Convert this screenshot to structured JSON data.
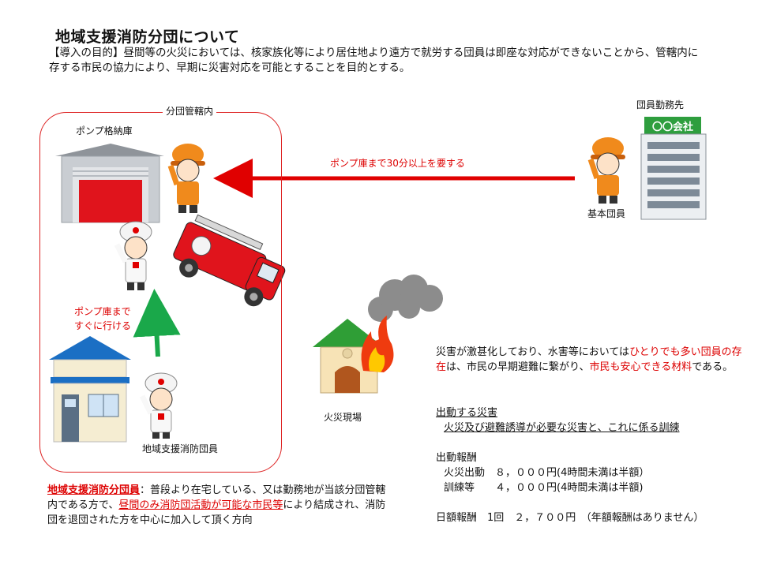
{
  "title": "地域支援消防分団について",
  "intro": {
    "prefix": "【導入の目的】",
    "text": "昼間等の火災においては、核家族化等により居住地より遠方で就労する団員は即座な対応ができないことから、管轄内に存する市民の協力により、早期に災害対応を可能とすることを目的とする。"
  },
  "labels": {
    "area": "分団管轄内",
    "pump_shed": "ポンプ格納庫",
    "workplace": "団員勤務先",
    "company_sign": "〇〇会社",
    "basic_member": "基本団員",
    "arrow_far": "ポンプ庫まで30分以上を要する",
    "arrow_near_1": "ポンプ庫まで",
    "arrow_near_2": "すぐに行ける",
    "fire_site": "火災現場",
    "local_member": "地域支援消防団員"
  },
  "definition": {
    "term": "地域支援消防分団員",
    "text_1": "：普段より在宅している、又は勤務地が当該分団管轄内である方で、",
    "highlight": "昼間のみ消防団活動が可能な市民等",
    "text_2": "により結成され、消防団を退団された方を中心に加入して頂く方向"
  },
  "importance": {
    "text_1": "災害が激甚化しており、水害等においては",
    "highlight_1": "ひとりでも多い団員の存在",
    "text_2": "は、市民の早期避難に繋がり、",
    "highlight_2": "市民も安心できる材料",
    "text_3": "である。"
  },
  "dispatch": {
    "heading": "出動する災害",
    "detail": "火災及び避難誘導が必要な災害と、これに係る訓練"
  },
  "pay": {
    "heading": "出動報酬",
    "fire": "火災出動　８，０００円(4時間未満は半額）",
    "training": "訓練等　　４，０００円(4時間未満は半額)"
  },
  "daily": "日額報酬　1回　２，７００円　（年額報酬はありません）",
  "colors": {
    "accent_red": "#d00000",
    "arrow_green": "#1aa84a",
    "helmet_orange": "#f08a1c",
    "house_blue": "#1b6fc4",
    "company_green": "#2e9e3e"
  }
}
